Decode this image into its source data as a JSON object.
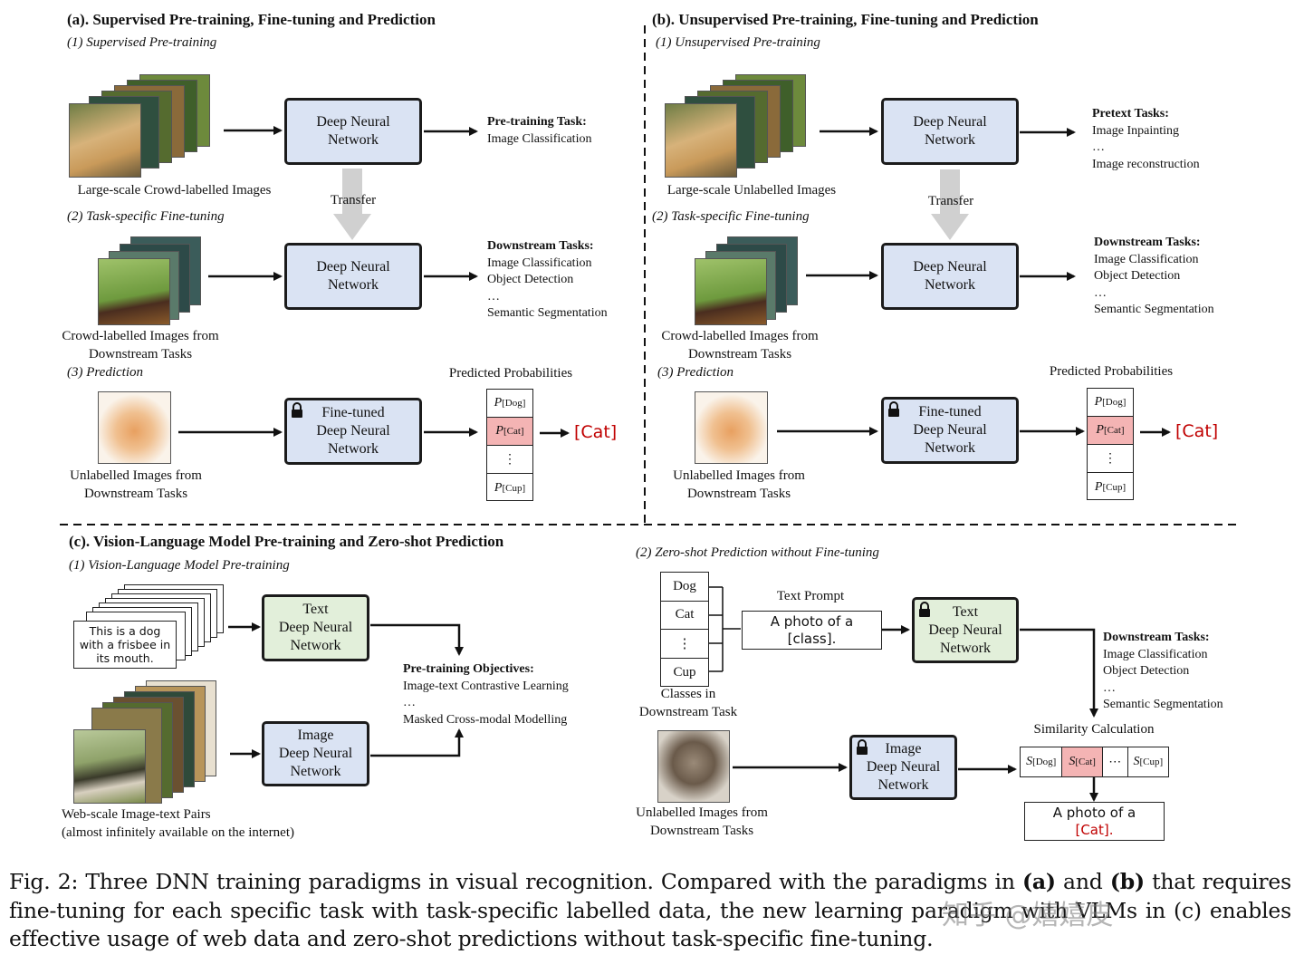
{
  "panel_a": {
    "title": "(a). Supervised Pre-training, Fine-tuning and Prediction",
    "step1": "(1) Supervised Pre-training",
    "step2": "(2) Task-specific Fine-tuning",
    "step3": "(3) Prediction",
    "dnn1": [
      "Deep Neural",
      "Network"
    ],
    "dnn2": [
      "Deep Neural",
      "Network"
    ],
    "dnn3": [
      "Fine-tuned",
      "Deep Neural",
      "Network"
    ],
    "transfer": "Transfer",
    "img1_caption": "Large-scale Crowd-labelled Images",
    "img2_caption": [
      "Crowd-labelled Images from",
      "Downstream Tasks"
    ],
    "img3_caption": [
      "Unlabelled Images from",
      "Downstream Tasks"
    ],
    "task1": {
      "head": "Pre-training Task:",
      "items": [
        "Image Classification"
      ]
    },
    "task2": {
      "head": "Downstream Tasks:",
      "items": [
        "Image Classification",
        "Object Detection",
        "…",
        "Semantic Segmentation"
      ]
    },
    "prob_title": "Predicted Probabilities",
    "probs": [
      {
        "p": "P",
        "sub": "[Dog]",
        "highlight": false
      },
      {
        "p": "P",
        "sub": "[Cat]",
        "highlight": true
      },
      {
        "p": "⋮",
        "sub": "",
        "highlight": false
      },
      {
        "p": "P",
        "sub": "[Cup]",
        "highlight": false
      }
    ],
    "result": "[Cat]"
  },
  "panel_b": {
    "title": "(b). Unsupervised Pre-training, Fine-tuning and Prediction",
    "step1": "(1) Unsupervised Pre-training",
    "step2": "(2) Task-specific Fine-tuning",
    "step3": "(3) Prediction",
    "dnn1": [
      "Deep Neural",
      "Network"
    ],
    "dnn2": [
      "Deep Neural",
      "Network"
    ],
    "dnn3": [
      "Fine-tuned",
      "Deep Neural",
      "Network"
    ],
    "transfer": "Transfer",
    "img1_caption": "Large-scale Unlabelled Images",
    "img2_caption": [
      "Crowd-labelled Images from",
      "Downstream Tasks"
    ],
    "img3_caption": [
      "Unlabelled Images from",
      "Downstream Tasks"
    ],
    "task1": {
      "head": "Pretext Tasks:",
      "items": [
        "Image Inpainting",
        "…",
        "Image reconstruction"
      ]
    },
    "task2": {
      "head": "Downstream Tasks:",
      "items": [
        "Image Classification",
        "Object Detection",
        "…",
        "Semantic Segmentation"
      ]
    },
    "prob_title": "Predicted Probabilities",
    "probs": [
      {
        "p": "P",
        "sub": "[Dog]",
        "highlight": false
      },
      {
        "p": "P",
        "sub": "[Cat]",
        "highlight": true
      },
      {
        "p": "⋮",
        "sub": "",
        "highlight": false
      },
      {
        "p": "P",
        "sub": "[Cup]",
        "highlight": false
      }
    ],
    "result": "[Cat]"
  },
  "panel_c": {
    "title": "(c). Vision-Language Model Pre-training and Zero-shot Prediction",
    "step1": "(1) Vision-Language Model Pre-training",
    "step2": "(2) Zero-shot Prediction without Fine-tuning",
    "text_card": [
      "This is a dog",
      "with a frisbee in",
      "its mouth."
    ],
    "text_dnn": [
      "Text",
      "Deep Neural",
      "Network"
    ],
    "image_dnn": [
      "Image",
      "Deep Neural",
      "Network"
    ],
    "pairs_caption": [
      "Web-scale Image-text Pairs",
      "(almost infinitely available on the internet)"
    ],
    "objectives": {
      "head": "Pre-training Objectives:",
      "items": [
        "Image-text Contrastive Learning",
        "…",
        "Masked Cross-modal Modelling"
      ]
    },
    "classes": [
      "Dog",
      "Cat",
      "⋮",
      "Cup"
    ],
    "classes_caption": [
      "Classes in",
      "Downstream Task"
    ],
    "text_prompt_label": "Text Prompt",
    "text_prompt": [
      "A photo of a",
      "[class]."
    ],
    "zs_text_dnn": [
      "Text",
      "Deep Neural",
      "Network"
    ],
    "zs_image_dnn": [
      "Image",
      "Deep Neural",
      "Network"
    ],
    "downstream": {
      "head": "Downstream Tasks:",
      "items": [
        "Image Classification",
        "Object Detection",
        "…",
        "Semantic Segmentation"
      ]
    },
    "similarity_label": "Similarity Calculation",
    "sims": [
      {
        "s": "S",
        "sub": "[Dog]",
        "highlight": false
      },
      {
        "s": "S",
        "sub": "[Cat]",
        "highlight": true
      },
      {
        "s": "⋯",
        "sub": "",
        "highlight": false
      },
      {
        "s": "S",
        "sub": "[Cup]",
        "highlight": false
      }
    ],
    "output_line1": "A photo of a",
    "output_line2": "[Cat].",
    "unlabelled_caption": [
      "Unlabelled Images from",
      "Downstream Tasks"
    ]
  },
  "caption": {
    "prefix": "Fig. 2: Three DNN training paradigms in visual recognition. Compared with the paradigms in ",
    "a": "(a)",
    "and": " and ",
    "b": "(b)",
    "suffix": " that requires fine-tuning for each specific task with task-specific labelled data, the new learning paradigm with VLMs in (c) enables effective usage of web data and zero-shot predictions without task-specific fine-tuning."
  },
  "watermark": "知乎 @嬉嬉皮",
  "colors": {
    "box_blue": "#dae3f3",
    "box_green": "#e2efda",
    "highlight": "#f4b4b4",
    "result_red": "#c00000"
  }
}
